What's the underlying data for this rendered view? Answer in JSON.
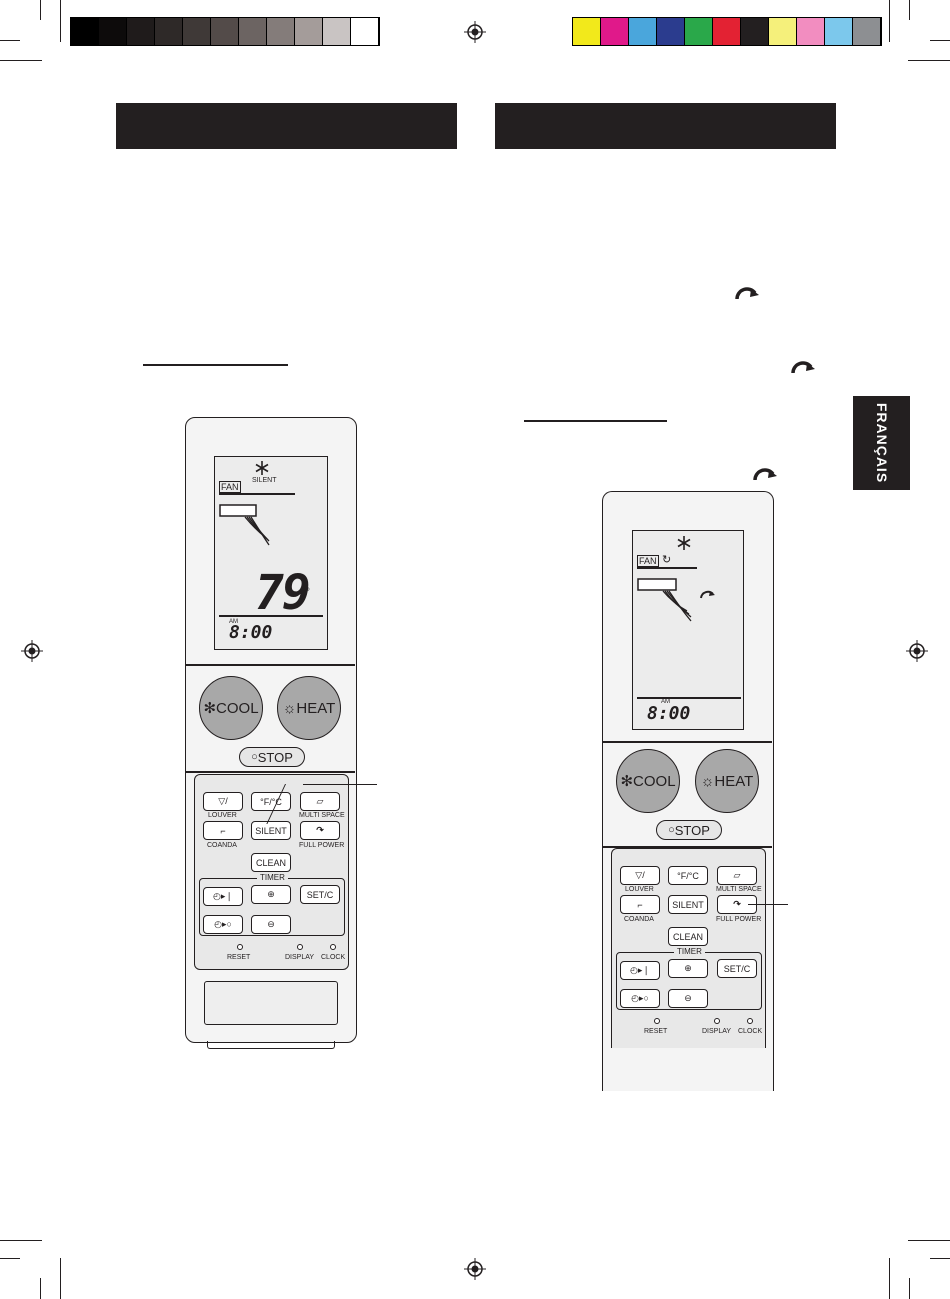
{
  "colors": {
    "ink": "#231f20",
    "gray_strip": [
      "#000000",
      "#0d0b0b",
      "#1f1b1b",
      "#2e2928",
      "#3f3937",
      "#534b49",
      "#6c6462",
      "#847c7a",
      "#a49c9a",
      "#c9c4c3",
      "#ffffff"
    ],
    "color_strip": [
      "#f2e91b",
      "#e0198a",
      "#4aa6dc",
      "#2b3c8e",
      "#2aa84a",
      "#e32233",
      "#231f20",
      "#f5f07b",
      "#f28dc0",
      "#7cc8ec",
      "#8d8f92"
    ],
    "cool_hot_button": "#a8a8a8"
  },
  "side_tab": {
    "label": "FRANÇAIS"
  },
  "remote_left": {
    "lcd": {
      "mode_icon": "snowflake-icon",
      "silent": "SILENT",
      "fan": "FAN",
      "temp": "79",
      "degree": "°",
      "am": "AM",
      "time": "8:00"
    },
    "buttons": {
      "cool": "COOL",
      "heat": "HEAT",
      "stop": "STOP",
      "louver_key": "LOUVER",
      "fc": "°F/°C",
      "multi_space": "MULTI SPACE",
      "coanda": "COANDA",
      "silent": "SILENT",
      "full_power": "FULL POWER",
      "clean": "CLEAN",
      "timer": "TIMER",
      "setc": "SET/C",
      "reset": "RESET",
      "display": "DISPLAY",
      "clock": "CLOCK"
    }
  },
  "remote_right": {
    "lcd": {
      "mode_icon": "snowflake-icon",
      "fan": "FAN",
      "am": "AM",
      "time": "8:00"
    },
    "buttons": {
      "cool": "COOL",
      "heat": "HEAT",
      "stop": "STOP",
      "louver_key": "LOUVER",
      "fc": "°F/°C",
      "multi_space": "MULTI SPACE",
      "coanda": "COANDA",
      "silent": "SILENT",
      "full_power": "FULL POWER",
      "clean": "CLEAN",
      "timer": "TIMER",
      "setc": "SET/C",
      "reset": "RESET",
      "display": "DISPLAY",
      "clock": "CLOCK"
    }
  }
}
